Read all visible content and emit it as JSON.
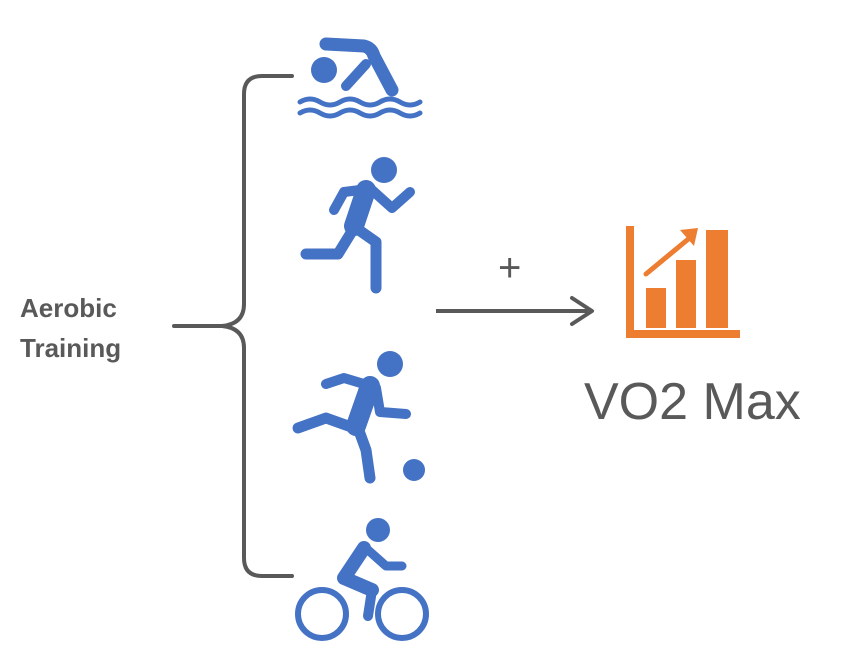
{
  "input": {
    "label_line1": "Aerobic",
    "label_line2": "Training",
    "activities": [
      {
        "icon": "swimming-icon"
      },
      {
        "icon": "running-icon"
      },
      {
        "icon": "soccer-icon"
      },
      {
        "icon": "cycling-icon"
      }
    ]
  },
  "connector": {
    "symbol": "+"
  },
  "result": {
    "title": "VO2 Max",
    "icon": "bar-chart-growth-icon"
  },
  "colors": {
    "activity_icon": "#4472C4",
    "result_icon": "#ED7D31",
    "text": "#595959",
    "lines": "#595959"
  }
}
